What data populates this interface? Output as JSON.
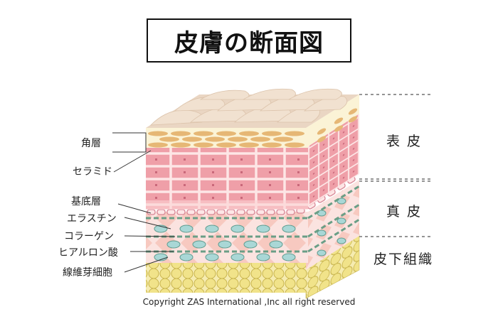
{
  "title": "皮膚の断面図",
  "left_labels": {
    "kakuso": "角層",
    "ceramide": "セラミド",
    "kitei": "基底層",
    "elastin": "エラスチン",
    "collagen": "コラーゲン",
    "hyaluronic": "ヒアルロン酸",
    "fibroblast": "線維芽細胞"
  },
  "layer_labels": {
    "epidermis": "表 皮",
    "dermis": "真 皮",
    "subcutaneous": "皮下組織"
  },
  "copyright": "Copyright  ZAS  International ,Inc  all  right  reserved",
  "colors": {
    "surface": "#ead6c3",
    "horny": "#fbf3d6",
    "ceramide": "#e6b775",
    "epidermal_cell": "#ef9fa8",
    "cell_face": "#fde6e6",
    "basal": "#d88796",
    "dermis_bg": "#fbe3e0",
    "dermis_diamond": "#f7c9c0",
    "elastin": "#6a9e86",
    "fibroblast": "#a9d7d6",
    "fat": "#f1e38a",
    "fat_outline": "#c9b54e",
    "dash_line": "#555555"
  }
}
